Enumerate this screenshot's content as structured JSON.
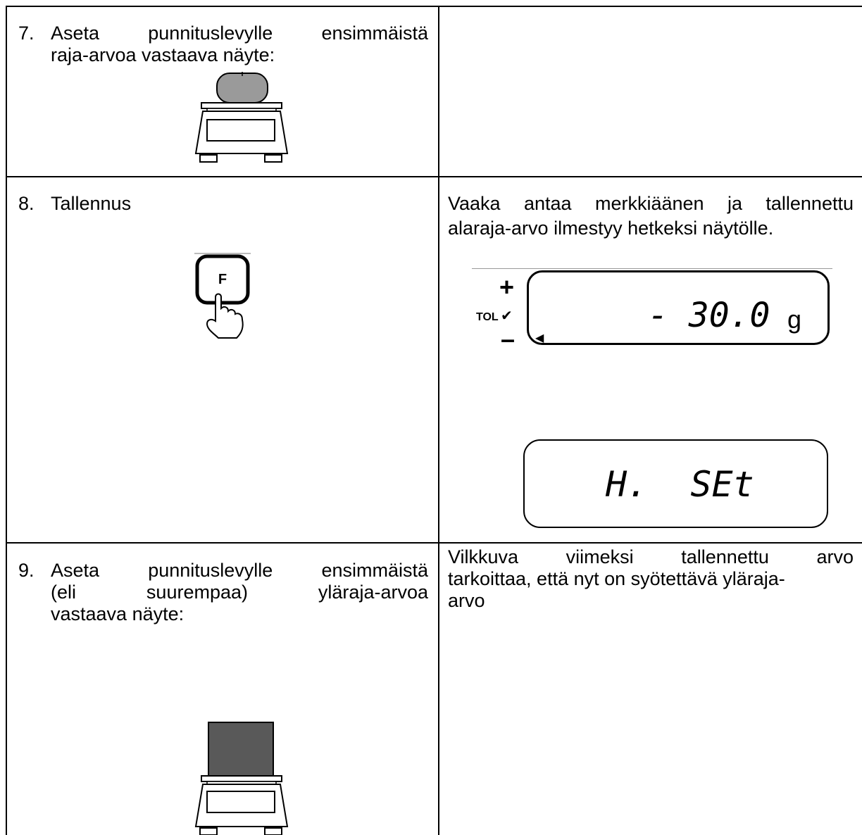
{
  "rows": [
    {
      "number": "7.",
      "left_lines": [
        "Aseta punnituslevylle ensimmäistä",
        "raja-arvoa vastaava näyte:"
      ],
      "left_icon": "scale-with-round-weight-icon",
      "right_lines": []
    },
    {
      "number": "8.",
      "left_lines": [
        "Tallennus"
      ],
      "left_icon": "f-key-press-icon",
      "key_label": "F",
      "right_top_lines": [
        "Vaaka antaa merkkiäänen ja tallennettu",
        "alaraja-arvo ilmestyy hetkeksi näytölle."
      ],
      "display1": {
        "value": "- 30.0",
        "unit": "g",
        "tol_label": "TOL",
        "plus": "+",
        "minus": "–",
        "check": "✔",
        "arrow": "◀"
      },
      "display2": {
        "value": "H.  SEt"
      },
      "right_bottom_lines": [
        "Vilkkuva viimeksi tallennettu arvo",
        "tarkoittaa, että nyt on syötettävä yläraja-",
        "arvo"
      ]
    },
    {
      "number": "9.",
      "left_lines": [
        "Aseta punnituslevylle ensimmäistä",
        "(eli suurempaa) yläraja-arvoa",
        "vastaava näyte:"
      ],
      "left_icon": "scale-with-box-weight-icon",
      "right_lines": []
    }
  ]
}
